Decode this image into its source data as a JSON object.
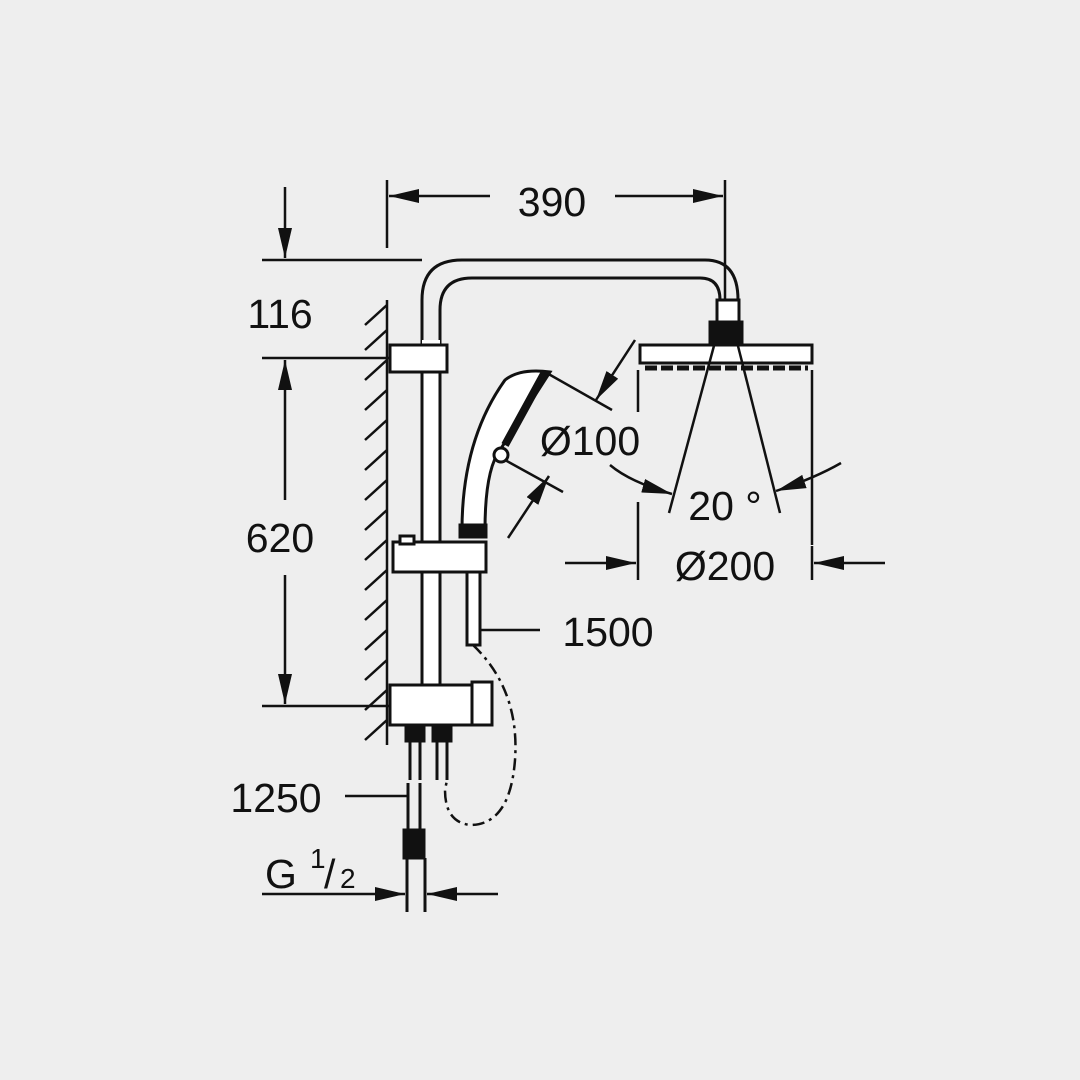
{
  "drawing": {
    "type": "shower system technical dimension drawing",
    "background": "#eeeeee",
    "line_color": "#111111"
  },
  "dimensions": {
    "width_top": "390",
    "offset_top": "116",
    "rail_height": "620",
    "hand_shower_diameter": "Ø100",
    "spray_angle": "20 °",
    "head_shower_diameter": "Ø200",
    "hose_length": "1500",
    "connection_length": "1250",
    "thread_main": "G",
    "thread_num": "1",
    "thread_slash": "/",
    "thread_den": "2"
  }
}
